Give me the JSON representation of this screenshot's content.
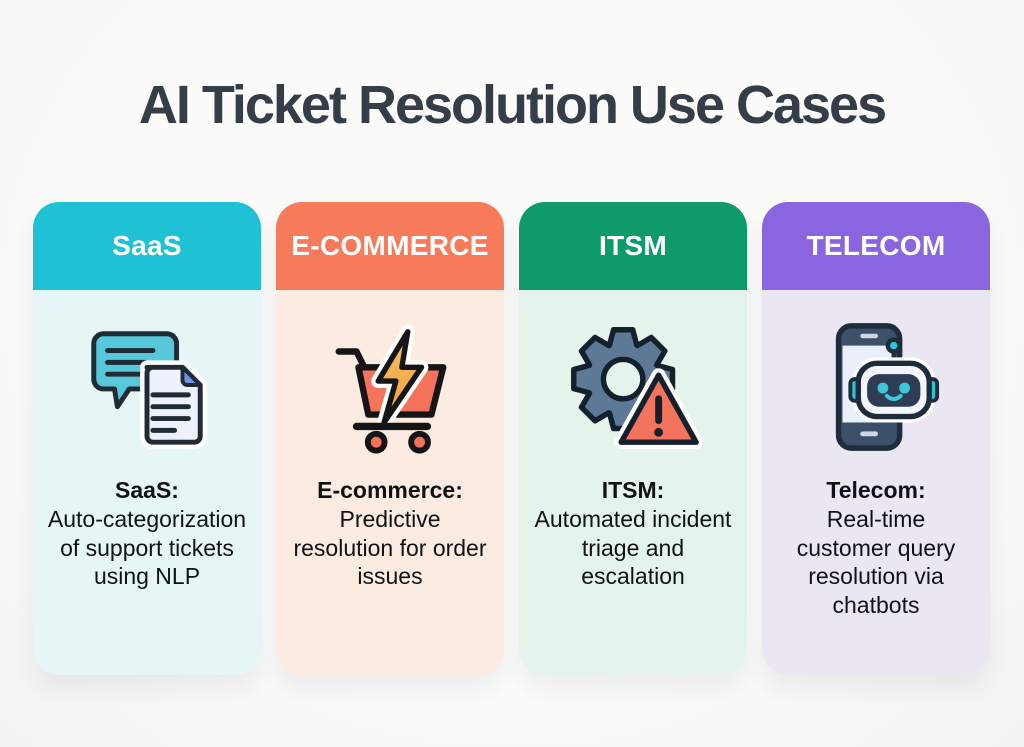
{
  "title": "AI Ticket Resolution Use Cases",
  "colors": {
    "background": "#f8f8f7",
    "title_text": "#353d49",
    "body_text": "#101214",
    "header_text": "#ffffff"
  },
  "columns": [
    {
      "id": "saas",
      "label": "SaaS",
      "icon": "chat-document-icon",
      "header_color": "#1fc1d4",
      "body_color": "#e6f6f7",
      "lead": "SaaS:",
      "description": "Auto-categorization of support tickets using NLP"
    },
    {
      "id": "ecommerce",
      "label": "E-COMMERCE",
      "icon": "cart-lightning-icon",
      "header_color": "#f57b5b",
      "body_color": "#fcebe0",
      "lead": "E-commerce:",
      "description": "Predictive resolution for order issues"
    },
    {
      "id": "itsm",
      "label": "ITSM",
      "icon": "gear-warning-icon",
      "header_color": "#0f9b69",
      "body_color": "#e4f4ea",
      "lead": "ITSM:",
      "description": "Automated incident triage and escalation"
    },
    {
      "id": "telecom",
      "label": "TELECOM",
      "icon": "phone-chatbot-icon",
      "header_color": "#8966e0",
      "body_color": "#eae7f3",
      "lead": "Telecom:",
      "description": "Real-time customer query resolution via chatbots"
    }
  ]
}
